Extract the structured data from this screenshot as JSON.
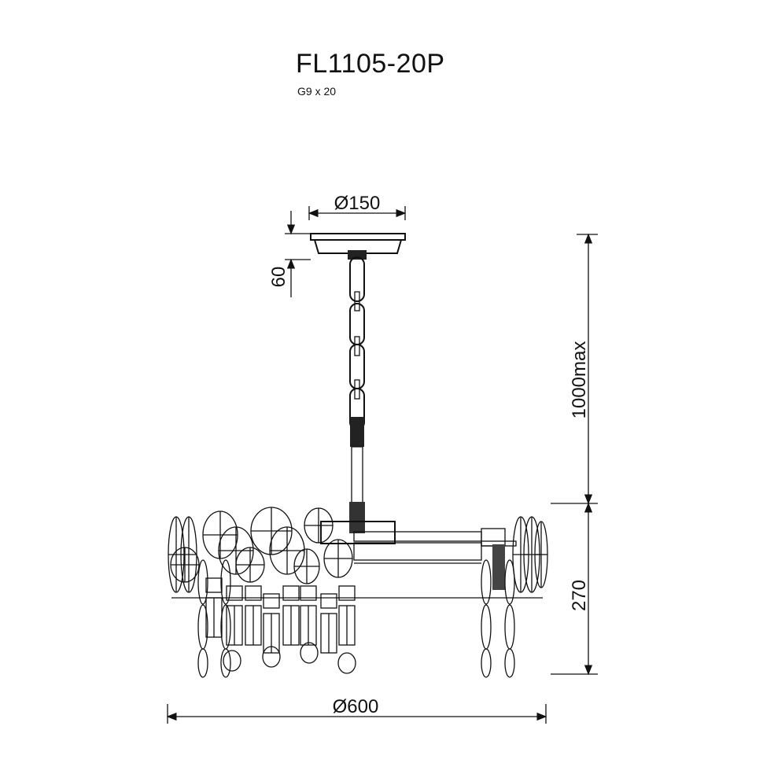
{
  "title": "FL1105-20P",
  "subtitle": "G9 x 20",
  "dimensions": {
    "canopy_diameter": "Ø150",
    "canopy_height": "60",
    "max_height": "1000max",
    "body_height": "270",
    "body_diameter": "Ø600"
  }
}
